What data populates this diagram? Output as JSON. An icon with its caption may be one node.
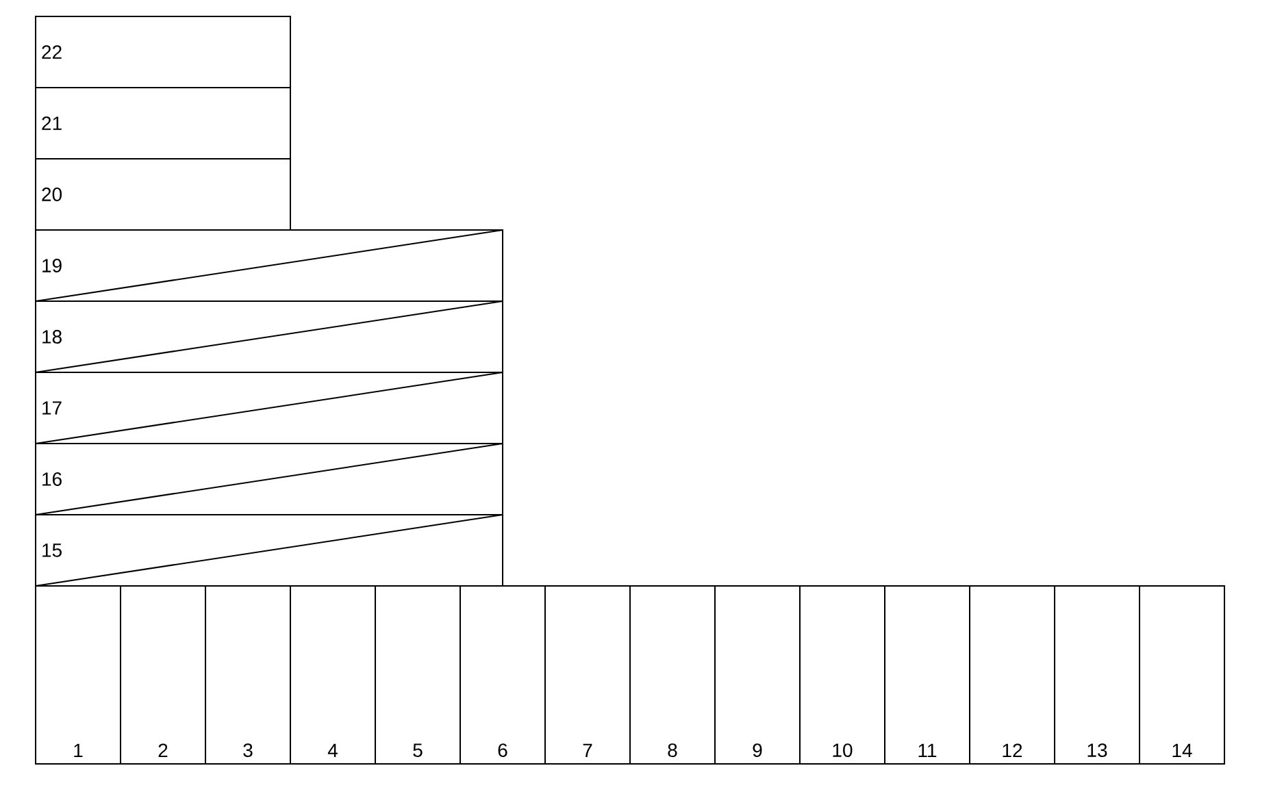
{
  "diagram": {
    "nodes": [
      {
        "text": [
          "22"
        ]
      },
      {
        "text": [
          "21"
        ]
      },
      {
        "text": [
          "20"
        ]
      },
      {
        "text": [
          "19"
        ]
      },
      {
        "text": [
          "18"
        ]
      },
      {
        "text": [
          "17"
        ]
      },
      {
        "text": [
          "16"
        ]
      },
      {
        "text": [
          "15"
        ]
      },
      {
        "text": [
          "1"
        ]
      },
      {
        "text": [
          "2"
        ]
      },
      {
        "text": [
          "3"
        ]
      },
      {
        "text": [
          "4"
        ]
      },
      {
        "text": [
          "5"
        ]
      },
      {
        "text": [
          "6"
        ]
      },
      {
        "text": [
          "7"
        ]
      },
      {
        "text": [
          "8"
        ]
      },
      {
        "text": [
          "9"
        ]
      },
      {
        "text": [
          "10"
        ]
      },
      {
        "text": [
          "11"
        ]
      },
      {
        "text": [
          "12"
        ]
      },
      {
        "text": [
          "13"
        ]
      },
      {
        "text": [
          "14"
        ]
      }
    ]
  }
}
